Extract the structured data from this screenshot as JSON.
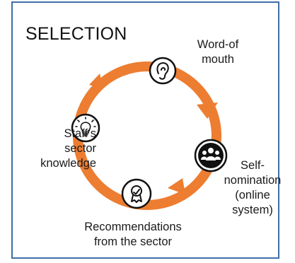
{
  "title": "SELECTION",
  "nodes": [
    {
      "id": "word-of-mouth",
      "icon": "ear-icon",
      "label_lines": [
        "Word-of",
        "mouth"
      ]
    },
    {
      "id": "self-nomination",
      "icon": "group-people-icon",
      "label_lines": [
        "Self-",
        "nomination",
        "(online",
        "system)"
      ]
    },
    {
      "id": "recommendations",
      "icon": "award-badge-icon",
      "label_lines": [
        "Recommendations",
        "from the sector"
      ]
    },
    {
      "id": "staff-knowledge",
      "icon": "lightbulb-icon",
      "label_lines": [
        "Staff’s",
        "sector",
        "knowledge"
      ]
    }
  ],
  "colors": {
    "cycle": "#ed7d31",
    "frame": "#3f6fa8",
    "text": "#1a1a1a",
    "icon_fill": "#111111"
  }
}
